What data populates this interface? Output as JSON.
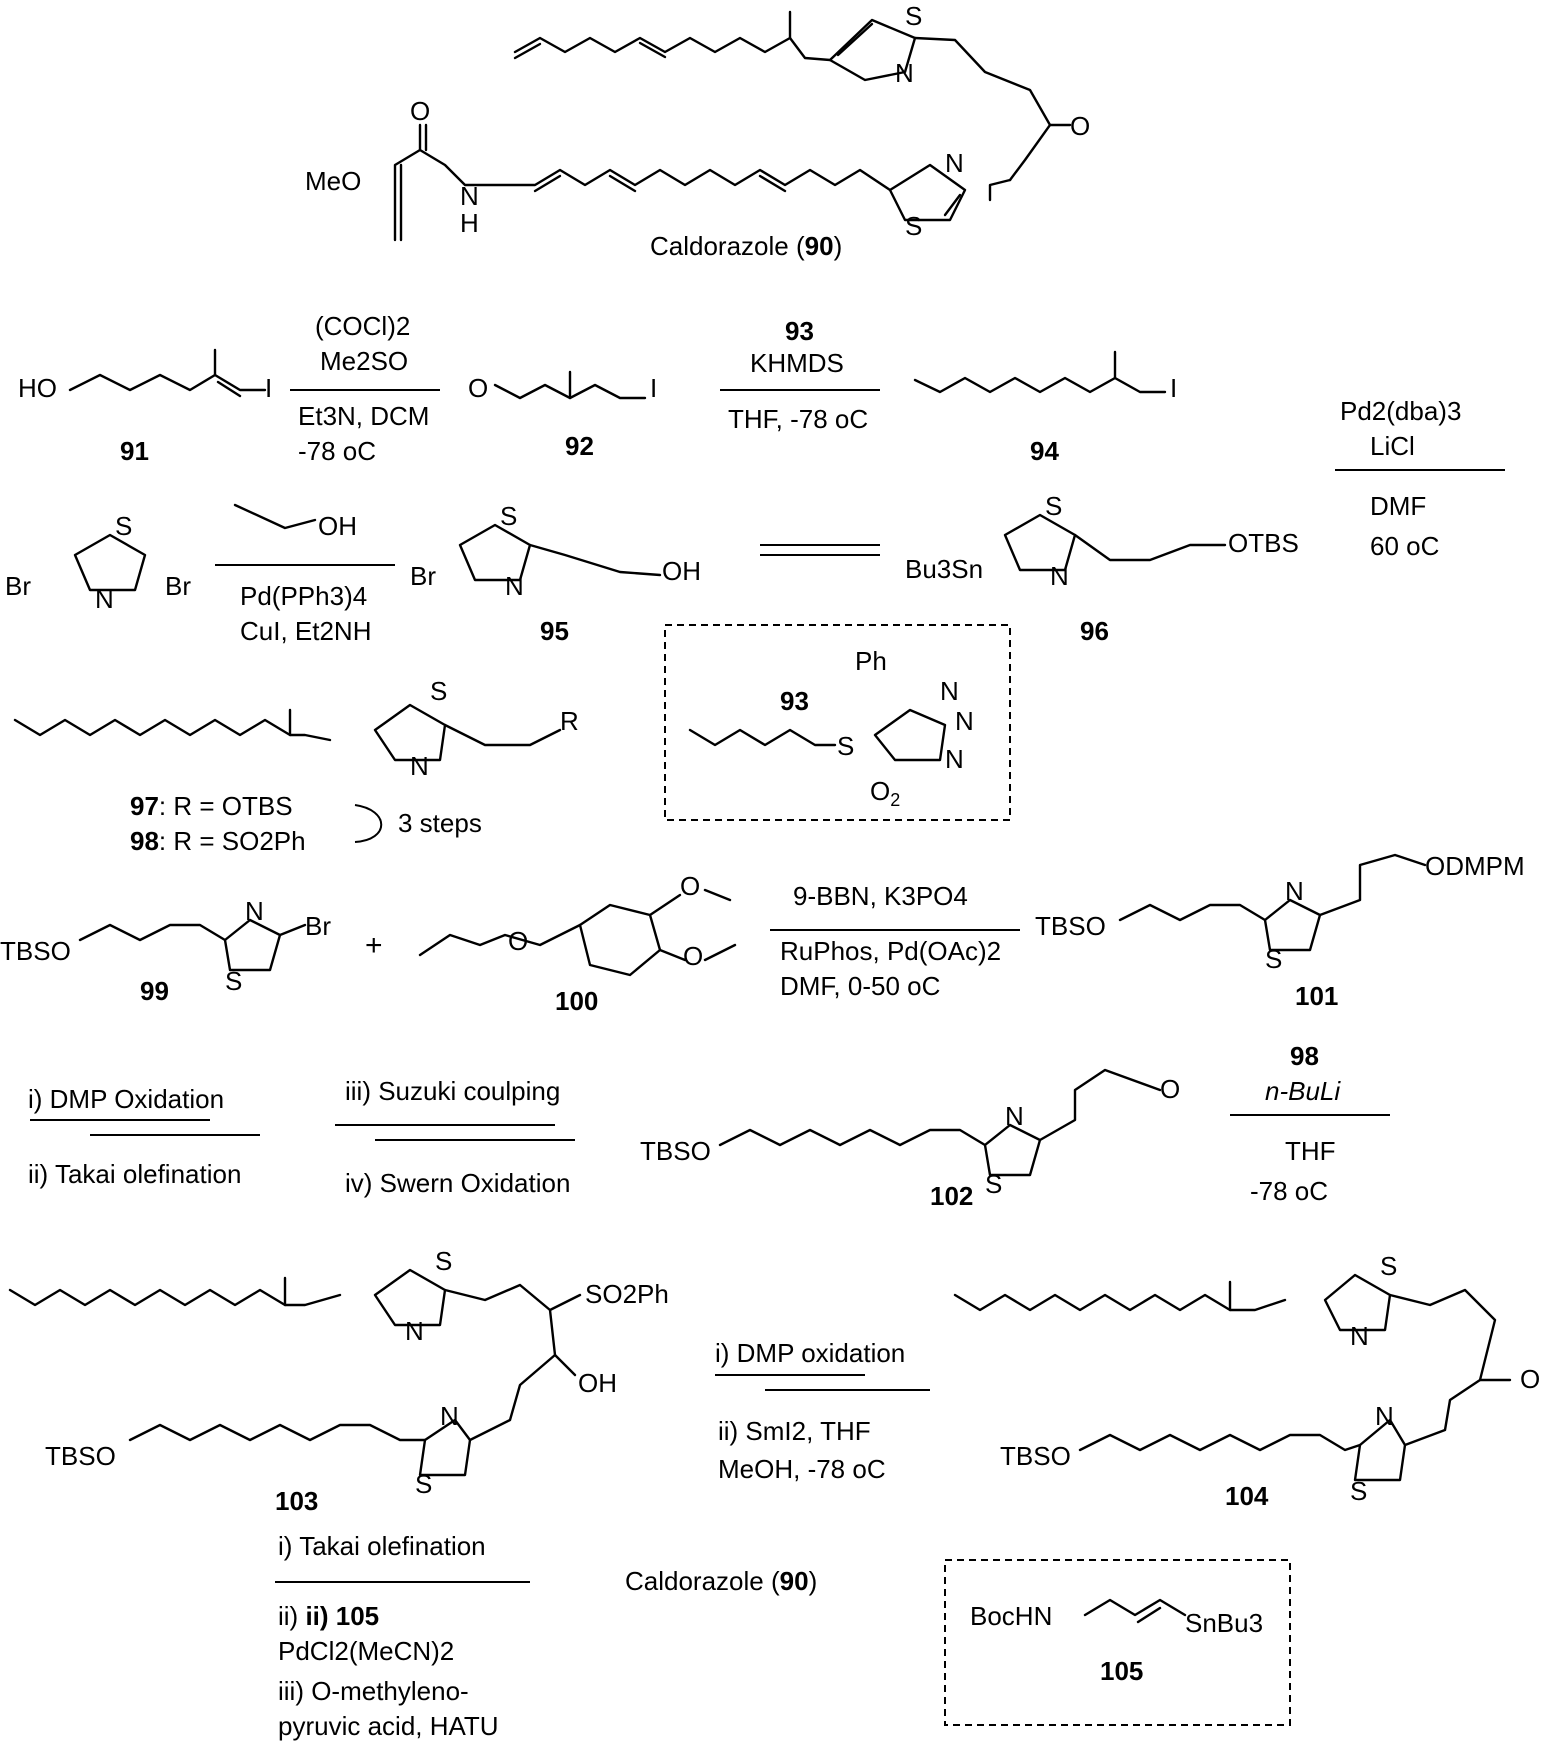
{
  "compounds": {
    "c90": {
      "name": "Caldorazole",
      "number": "90"
    },
    "c91": "91",
    "c92": "92",
    "c93": "93",
    "c94": "94",
    "c95": "95",
    "c96": "96",
    "c97": "97",
    "c98": "98",
    "c99": "99",
    "c100": "100",
    "c101": "101",
    "c102": "102",
    "c103": "103",
    "c104": "104",
    "c105": "105"
  },
  "atoms": {
    "S": "S",
    "N": "N",
    "O": "O",
    "HO": "HO",
    "OH": "OH",
    "I": "I",
    "Br": "Br",
    "MeO": "MeO",
    "H": "H",
    "Ph": "Ph",
    "R": "R",
    "TBSO": "TBSO",
    "OTBS": "OTBS",
    "Bu3Sn": "Bu3Sn",
    "ODMPM": "ODMPM",
    "SO2Ph": "SO2Ph",
    "BocHN": "BocHN",
    "SnBu3": "SnBu3"
  },
  "conditions": {
    "step1": [
      "(COCl)2",
      "Me2SO",
      "Et3N, DCM",
      "-78 oC"
    ],
    "step2": [
      "93",
      "KHMDS",
      "THF, -78 oC"
    ],
    "step3": [
      "Pd2(dba)3",
      "LiCl",
      "DMF",
      "60 oC"
    ],
    "step4": [
      "OH",
      "Pd(PPh3)4",
      "CuI, Et2NH"
    ],
    "step5": [
      "R = OTBS",
      "R = SO2Ph",
      "3 steps"
    ],
    "step6": [
      "9-BBN, K3PO4",
      "RuPhos, Pd(OAc)2",
      "DMF, 0-50 oC"
    ],
    "step7": [
      "i) DMP Oxidation",
      "ii) Takai olefination",
      "iii) Suzuki coulping",
      "iv) Swern Oxidation"
    ],
    "step8": [
      "98",
      "n-BuLi",
      "THF",
      "-78 oC"
    ],
    "step9": [
      "i) DMP oxidation",
      "ii) SmI2, THF",
      "MeOH, -78 oC"
    ],
    "step10": [
      "i) Takai olefination",
      "ii) 105",
      "PdCl2(MeCN)2",
      "iii) O-methyleno-",
      "pyruvic acid, HATU"
    ]
  },
  "plus": "+"
}
